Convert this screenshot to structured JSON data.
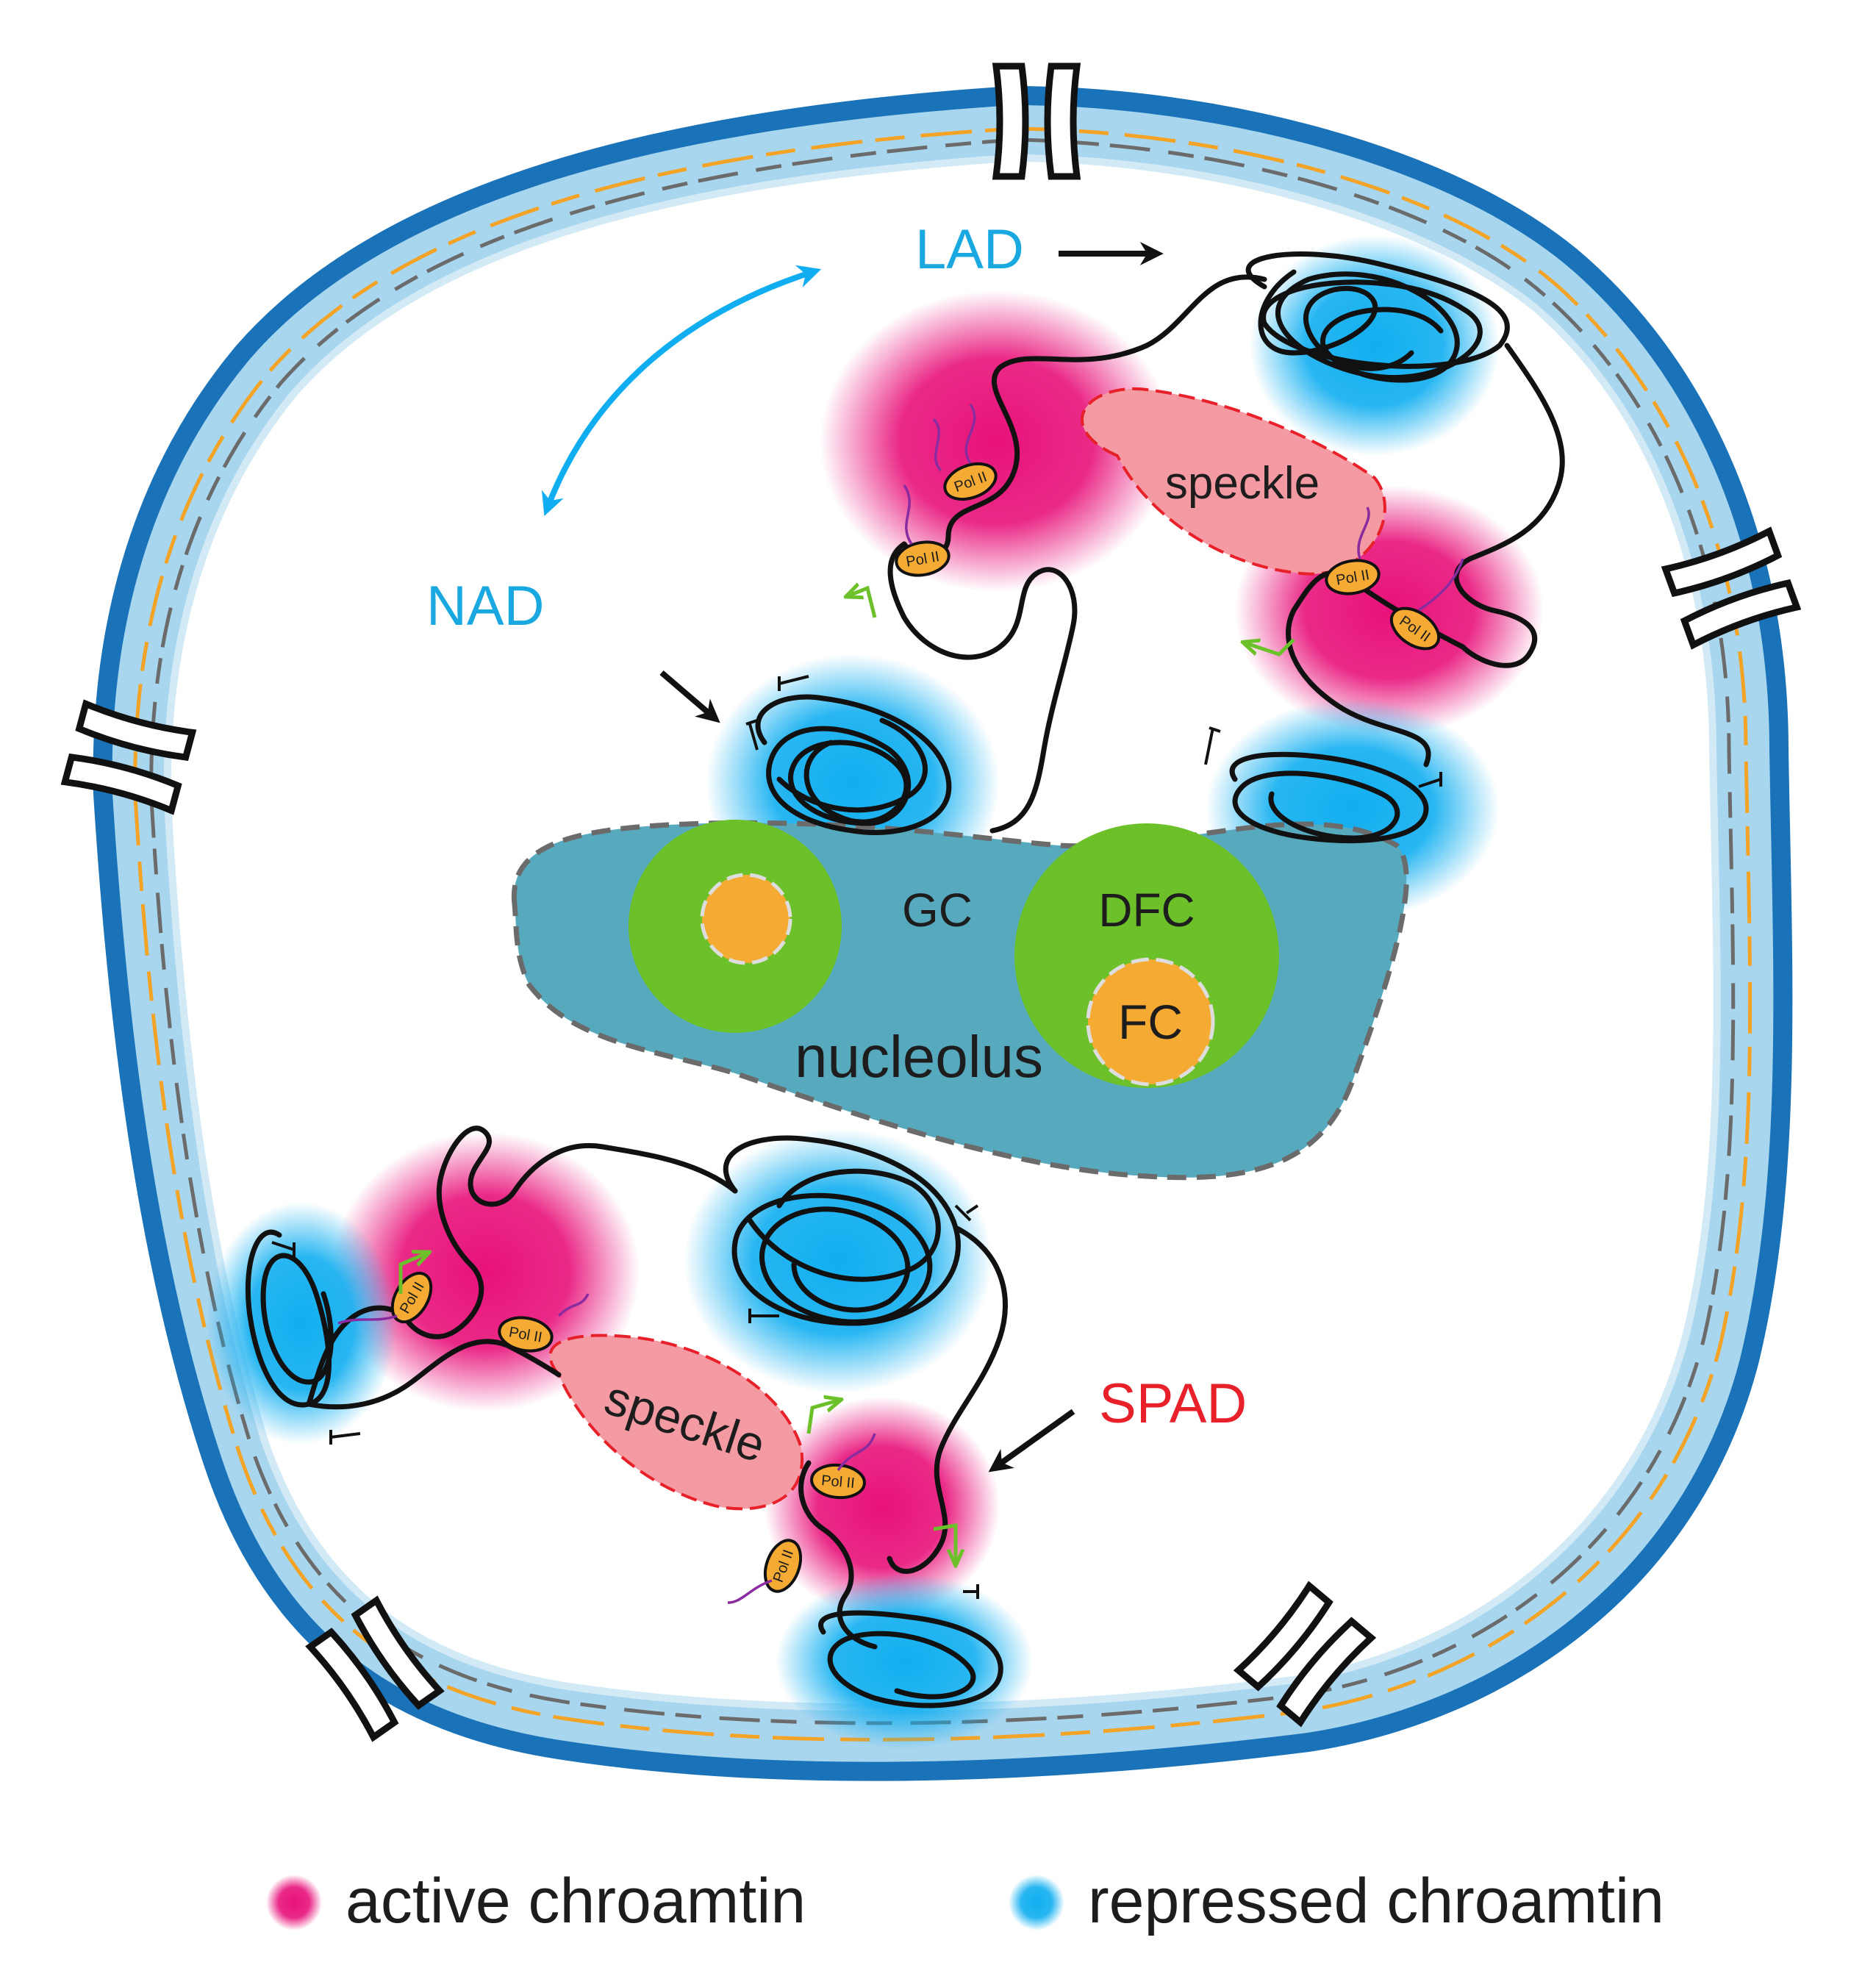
{
  "labels": {
    "lad": "LAD",
    "nad": "NAD",
    "spad": "SPAD",
    "speckle_top": "speckle",
    "speckle_bottom": "speckle",
    "gc": "GC",
    "dfc": "DFC",
    "fc": "FC",
    "nucleolus": "nucleolus",
    "pol": "Pol II"
  },
  "legend": {
    "active": "active chroamtin",
    "repressed": "repressed chroamtin"
  },
  "colors": {
    "envelope_outer": "#1a73b8",
    "envelope_fill": "#a9d6ef",
    "lamina_orange": "#f3a326",
    "lamina_gray": "#6b6b6b",
    "active": "#e8127a",
    "repressed": "#10aef0",
    "speckle": "#f39aa2",
    "speckle_border": "#e8202a",
    "nucleolus": "#57a9bd",
    "dfc": "#6cc02a",
    "fc": "#f5ab33",
    "pol": "#f5ab33",
    "tss_arrow": "#6cc02a",
    "label_blue": "#1aa8e0",
    "label_red": "#e8202a"
  },
  "icons": [
    "nuclear-pore-icon",
    "pointer-arrow-icon",
    "double-headed-arrow-icon",
    "tss-arrow-icon",
    "insulator-icon"
  ]
}
